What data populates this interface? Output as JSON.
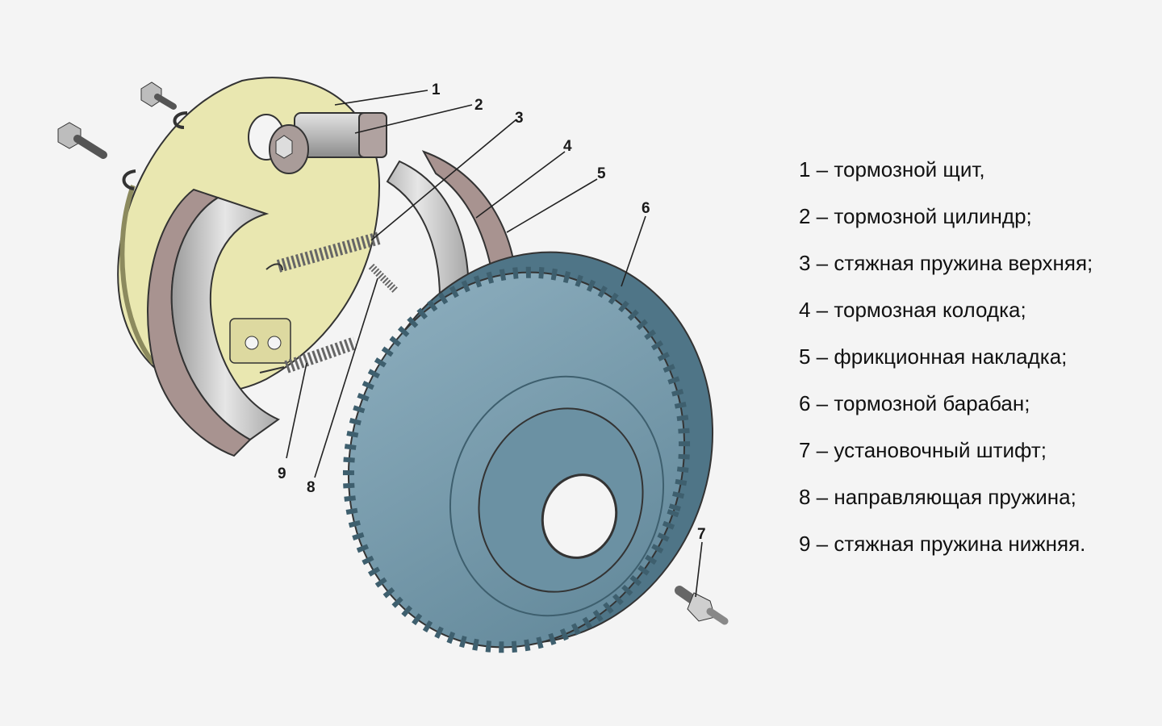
{
  "callouts": {
    "c1": "1",
    "c2": "2",
    "c3": "3",
    "c4": "4",
    "c5": "5",
    "c6": "6",
    "c7": "7",
    "c8": "8",
    "c9": "9"
  },
  "legend": [
    "1 – тормозной щит,",
    "2 – тормозной цилиндр;",
    "3 – стяжная пружина верхняя;",
    "4 – тормозная колодка;",
    "5 – фрикционная накладка;",
    "6 – тормозной барабан;",
    "7 – установочный штифт;",
    "8 – направляющая пружина;",
    "9 – стяжная пружина нижняя."
  ],
  "colors": {
    "background": "#f4f4f4",
    "shield": "#e9e7b0",
    "drum": "#6f95a8",
    "lining": "#a89390",
    "steel": "#c9c9c9",
    "outline": "#333333"
  }
}
